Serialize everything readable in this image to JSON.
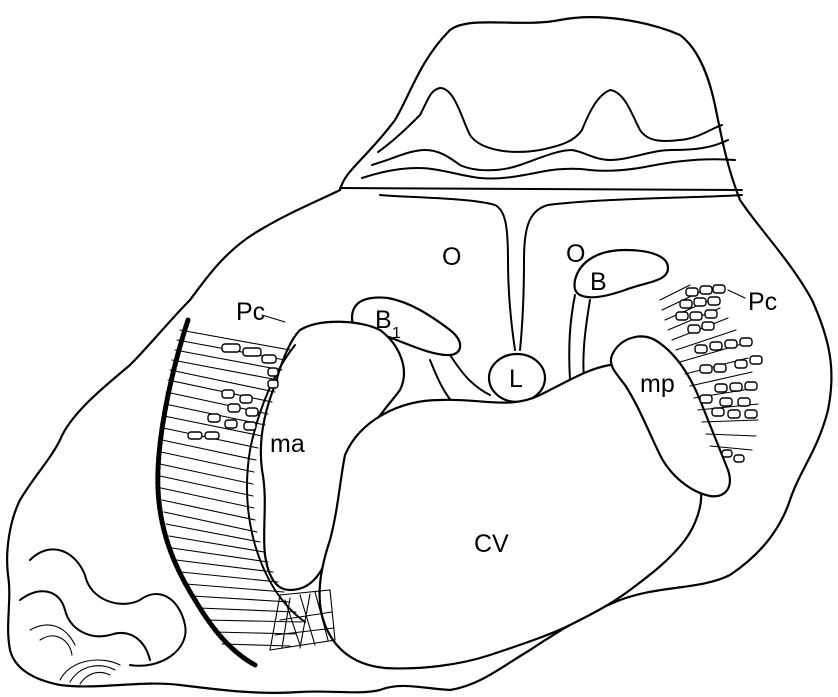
{
  "labels": {
    "o_left": "O",
    "o_right": "O",
    "b": "B",
    "b1_main": "B",
    "b1_sub": "1",
    "pc_left": "Pc",
    "pc_right": "Pc",
    "l": "L",
    "ma": "ma",
    "mp": "mp",
    "cv": "CV"
  },
  "colors": {
    "ink": "#000000",
    "paper": "#ffffff"
  }
}
